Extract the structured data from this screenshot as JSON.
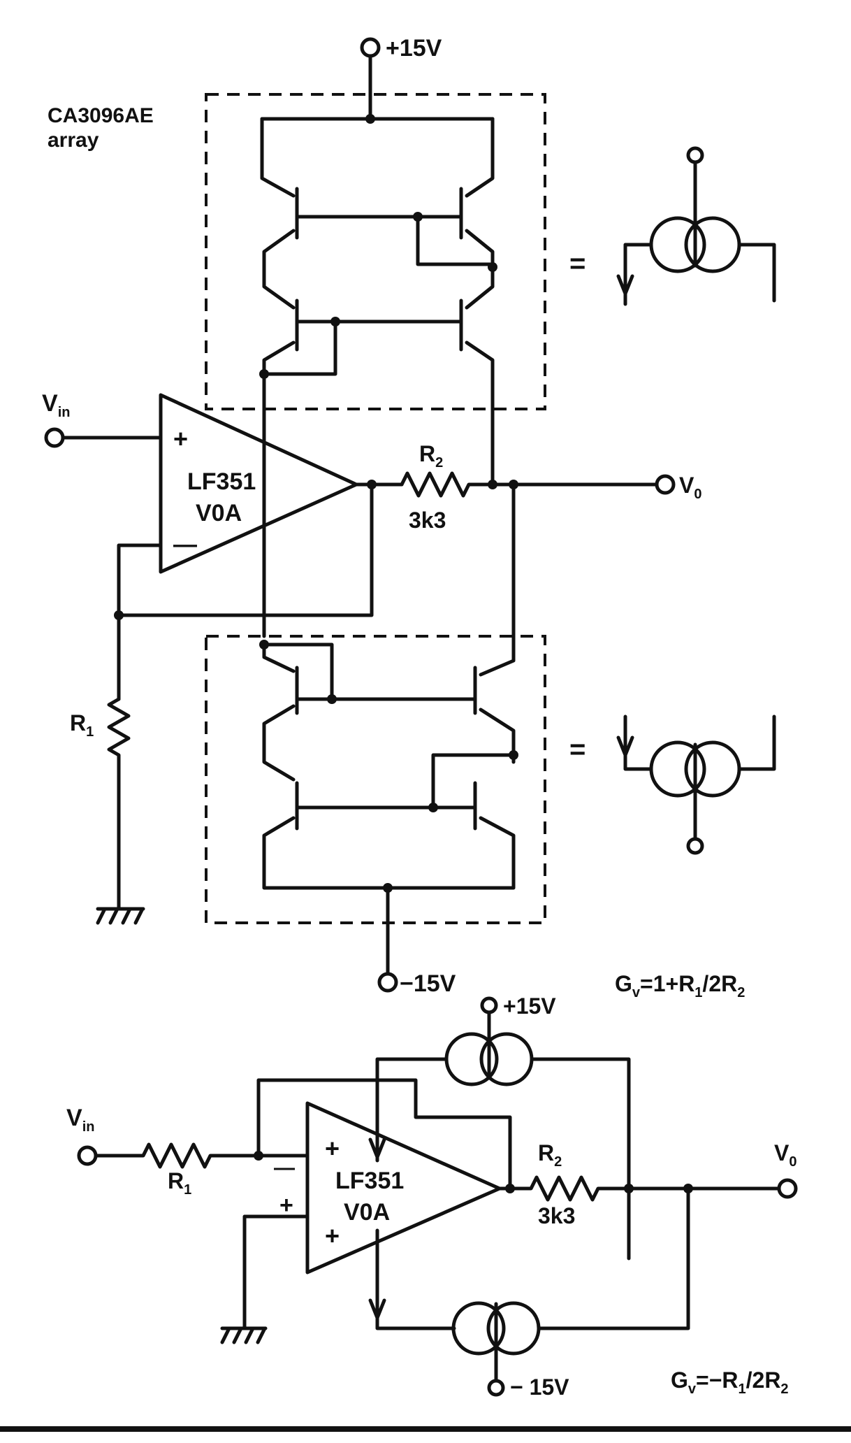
{
  "top_circuit": {
    "supply_pos": "+15V",
    "supply_neg": "−15V",
    "array_name": "CA3096AE",
    "array_word": "array",
    "input": {
      "main": "V",
      "sub": "in"
    },
    "output": {
      "main": "V",
      "sub": "0"
    },
    "opamp_name": "LF351",
    "opamp_sub": "V0A",
    "opamp_plus": "+",
    "opamp_minus": "—",
    "r1": {
      "main": "R",
      "sub": "1"
    },
    "r2": {
      "main": "R",
      "sub": "2"
    },
    "r2_value": "3k3",
    "equiv_sign": "=",
    "gain": {
      "g": "G",
      "gsub": "v",
      "eq": "=1+R",
      "r1sub": "1",
      "mid": "/2R",
      "r2sub": "2"
    }
  },
  "bottom_circuit": {
    "supply_pos": "+15V",
    "supply_neg": "− 15V",
    "input": {
      "main": "V",
      "sub": "in"
    },
    "output": {
      "main": "V",
      "sub": "0"
    },
    "opamp_name": "LF351",
    "opamp_sub": "V0A",
    "opamp_plus": "+",
    "opamp_minus": "+",
    "left_plus": "+",
    "left_minus": "—",
    "r1": {
      "main": "R",
      "sub": "1"
    },
    "r2": {
      "main": "R",
      "sub": "2"
    },
    "r2_value": "3k3",
    "gain": {
      "g": "G",
      "gsub": "v",
      "eq": "=−R",
      "r1sub": "1",
      "mid": "/2R",
      "r2sub": "2"
    }
  }
}
